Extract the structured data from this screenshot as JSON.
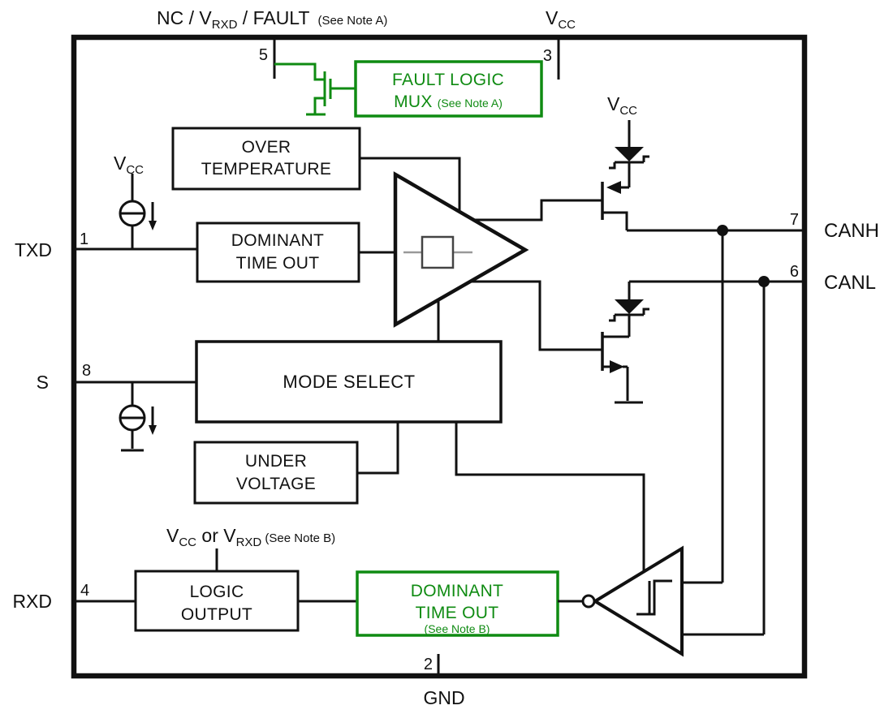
{
  "colors": {
    "line": "#111111",
    "accent_green": "#0f8b12",
    "gray": "#999999"
  },
  "top_labels": {
    "nc_main": "NC / V",
    "nc_sub": "RXD",
    "nc_rest": " / FAULT",
    "nc_note": "(See Note A)",
    "vcc_main": "V",
    "vcc_sub": "CC"
  },
  "pins": {
    "p1": "1",
    "p2": "2",
    "p3": "3",
    "p4": "4",
    "p5": "5",
    "p6": "6",
    "p7": "7",
    "p8": "8"
  },
  "signals": {
    "txd": "TXD",
    "s": "S",
    "rxd": "RXD",
    "canh": "CANH",
    "canl": "CANL",
    "gnd": "GND"
  },
  "power": {
    "vcc_main": "V",
    "vcc_sub": "CC",
    "vccor_main": "V",
    "vccor_sub": "CC",
    "vccor_mid": " or V",
    "vccor_sub2": "RXD",
    "vccor_note": " (See Note B)"
  },
  "blocks": {
    "fault_mux": {
      "line1": "FAULT LOGIC",
      "line2": "MUX ",
      "note": "(See Note A)"
    },
    "over_temperature": {
      "line1": "OVER",
      "line2": "TEMPERATURE"
    },
    "dominant_timeout": {
      "line1": "DOMINANT",
      "line2": "TIME OUT"
    },
    "mode_select": {
      "label": "MODE SELECT"
    },
    "under_voltage": {
      "line1": "UNDER",
      "line2": "VOLTAGE"
    },
    "logic_output": {
      "line1": "LOGIC",
      "line2": "OUTPUT"
    },
    "dominant_timeout_b": {
      "line1": "DOMINANT",
      "line2": "TIME OUT",
      "note": "(See Note B)"
    }
  }
}
